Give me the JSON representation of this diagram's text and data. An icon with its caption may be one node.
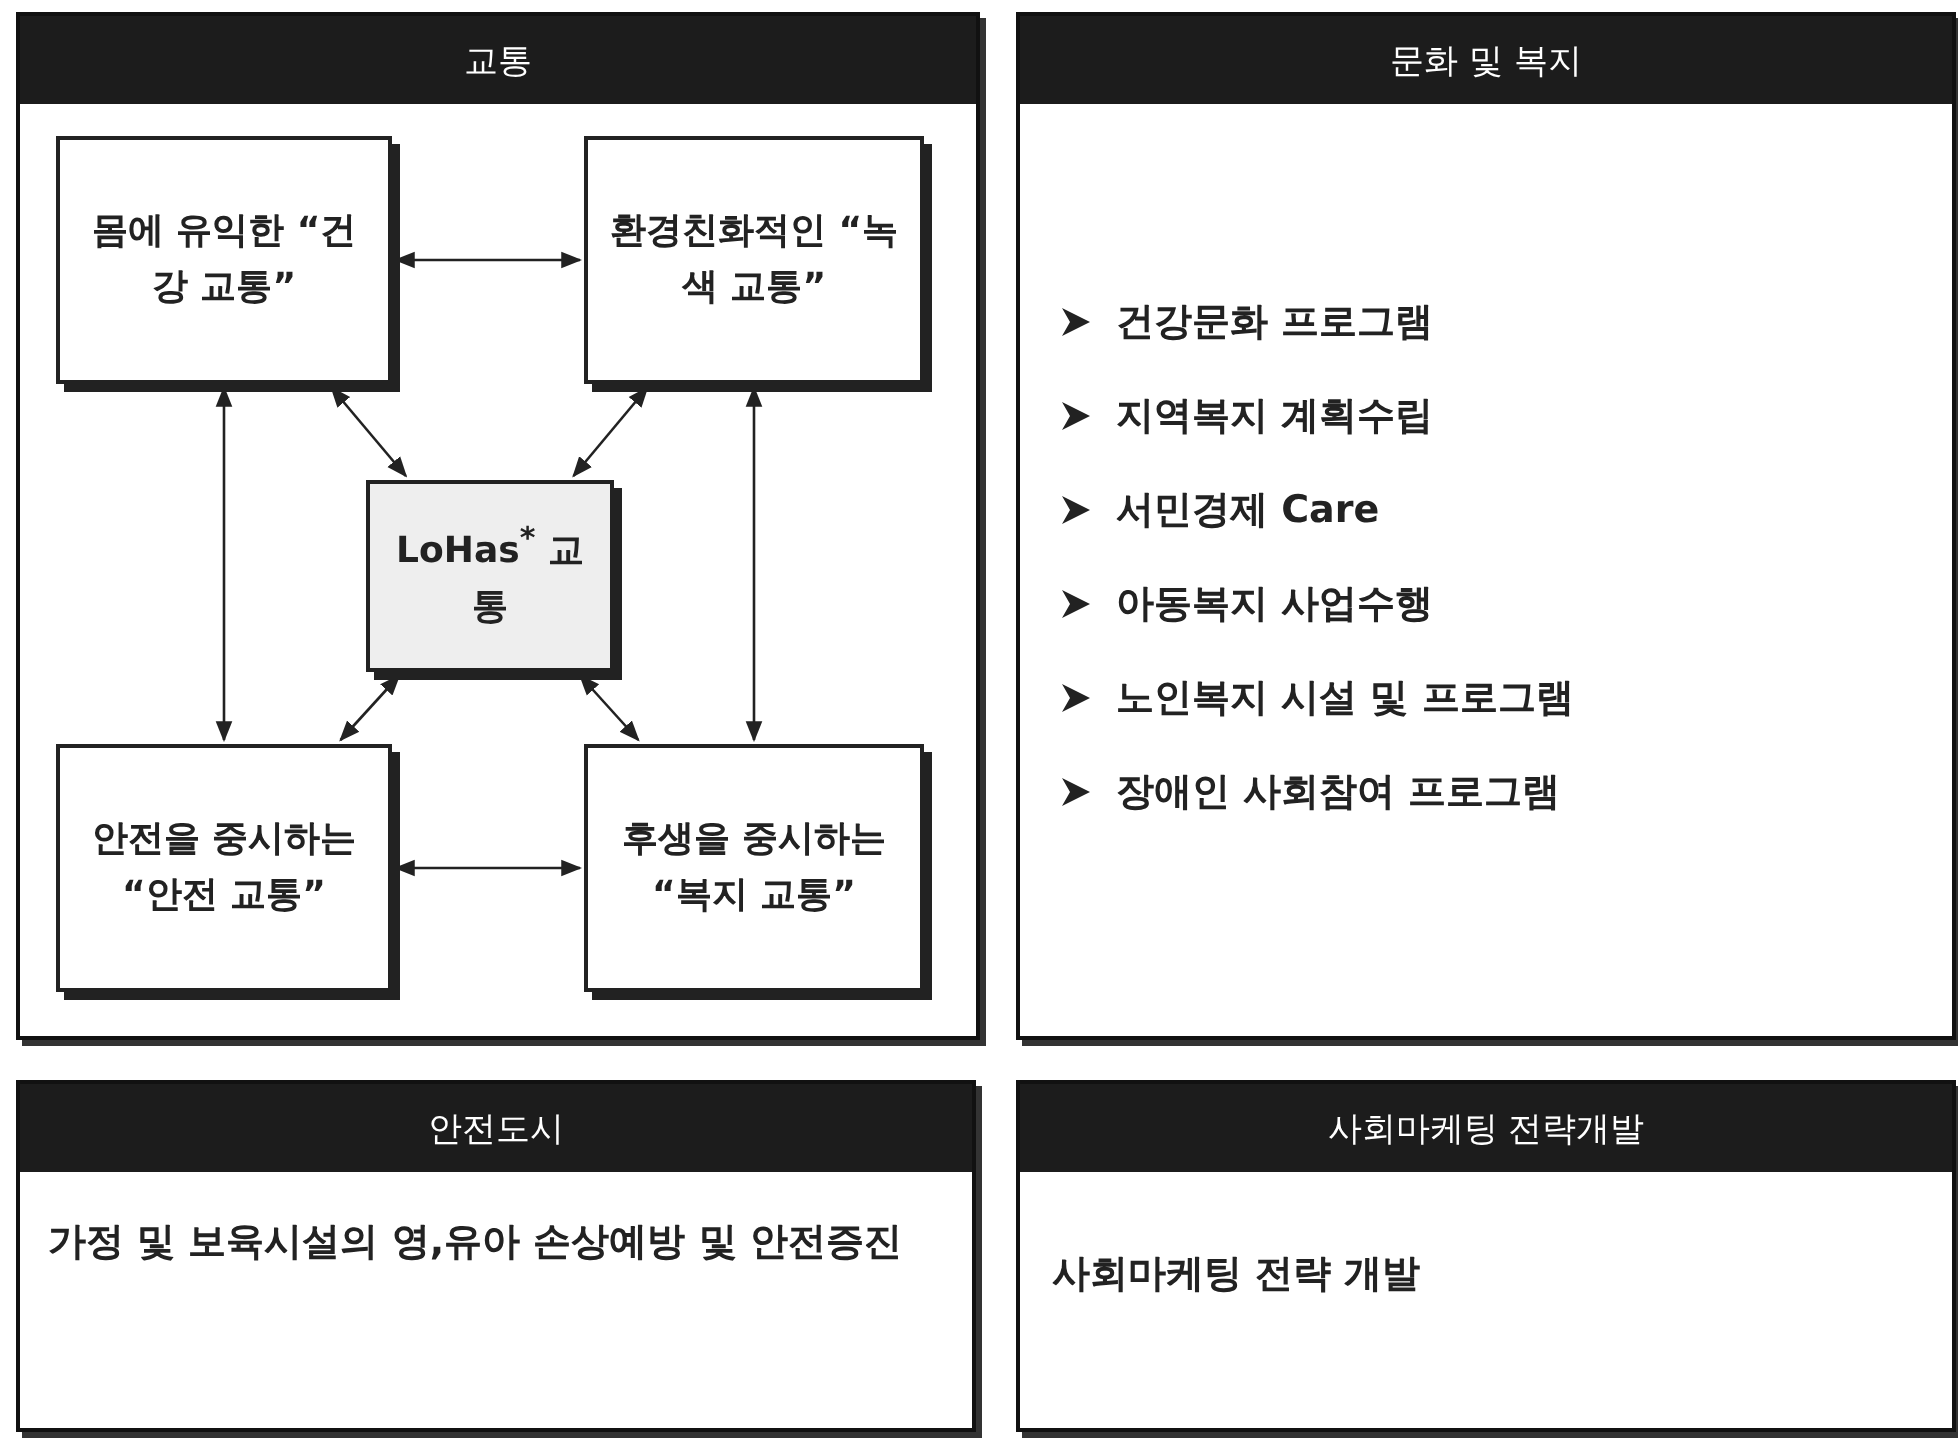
{
  "diagram": {
    "nodes": [
      {
        "text": [
          "교통"
        ]
      },
      {
        "text": [
          "몸에 유익한 “건강 교통”"
        ],
        "in": 0
      },
      {
        "text": [
          "환경친화적인 “녹색 교통”"
        ],
        "in": 0
      },
      {
        "text": [
          "LoHas$^{*}$ 교통"
        ],
        "in": 0
      },
      {
        "text": [
          "안전을 중시하는 “안전 교통”"
        ],
        "in": 0
      },
      {
        "text": [
          "후생을 중시하는 “복지 교통”"
        ],
        "in": 0
      },
      {
        "text": [
          "문화 및 복지",
          "건강문화 프로그램",
          "지역복지 계획수립",
          "서민경제 Care",
          "아동복지 사업수행",
          "노인복지 시설 및 프로그램",
          "장애인 사회참여 프로그램"
        ]
      },
      {
        "text": [
          "안전도시",
          "가정 및 보육시설의 영,유아 손상예방 및 안전증진"
        ]
      },
      {
        "text": [
          "사회마케팅 전략개발",
          "사회마케팅 전략 개발"
        ]
      }
    ],
    "edges": [
      {
        "from": 1,
        "to": 2,
        "arrow": "both"
      },
      {
        "from": 1,
        "to": 3,
        "arrow": "both"
      },
      {
        "from": 2,
        "to": 3,
        "arrow": "both"
      },
      {
        "from": 1,
        "to": 4,
        "arrow": "both"
      },
      {
        "from": 2,
        "to": 5,
        "arrow": "both"
      },
      {
        "from": 3,
        "to": 4,
        "arrow": "both"
      },
      {
        "from": 3,
        "to": 5,
        "arrow": "both"
      },
      {
        "from": 4,
        "to": 5,
        "arrow": "both"
      }
    ]
  }
}
